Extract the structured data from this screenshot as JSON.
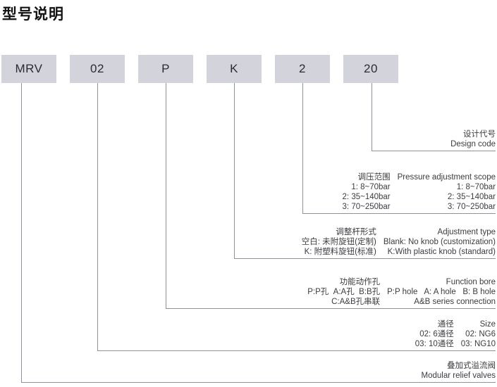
{
  "title": "型号说明",
  "model_code": {
    "boxes": [
      "MRV",
      "02",
      "P",
      "K",
      "2",
      "20"
    ]
  },
  "sections": {
    "design_code": {
      "cn": "设计代号",
      "en": "Design code"
    },
    "pressure": {
      "cn_header": "调压范围",
      "en_header": "Pressure adjustment scope",
      "rows": [
        {
          "cn": "1: 8~70bar",
          "en": "1: 8~70bar"
        },
        {
          "cn": "2: 35~140bar",
          "en": "2: 35~140bar"
        },
        {
          "cn": "3: 70~250bar",
          "en": "3: 70~250bar"
        }
      ]
    },
    "adjustment": {
      "cn_header": "调整杆形式",
      "en_header": "Adjustment type",
      "rows": [
        {
          "cn": "空白: 未附旋钮(定制)",
          "en": "Blank: No knob (customization)"
        },
        {
          "cn": "K: 附塑料旋钮(标准)",
          "en": "K:With plastic knob (standard)"
        }
      ]
    },
    "function_bore": {
      "cn_header": "功能动作孔",
      "en_header": "Function bore",
      "rows": [
        {
          "cn": "P:P孔  A:A孔  B:B孔",
          "en": "P:P hole   A: A hole   B: B hole"
        },
        {
          "cn": "C:A&B孔串联",
          "en": "A&B series connection"
        }
      ]
    },
    "size": {
      "cn_header": "通径",
      "en_header": "Size",
      "rows": [
        {
          "cn": "02: 6通径",
          "en": "02: NG6"
        },
        {
          "cn": "03: 10通径",
          "en": "03: NG10"
        }
      ]
    },
    "product": {
      "cn": "叠加式溢流阀",
      "en": "Modular relief valves"
    }
  },
  "colors": {
    "box_fill": "#d3d4db",
    "box_text": "#2b2b31",
    "line": "#90919a",
    "text": "#3c3c40"
  }
}
